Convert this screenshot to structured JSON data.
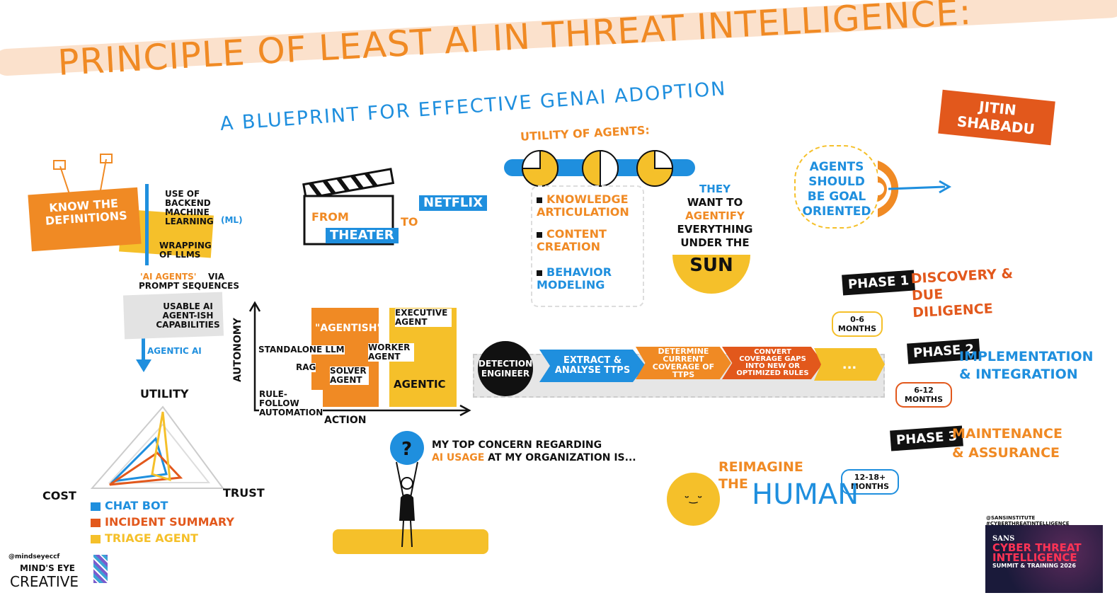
{
  "title": "Principle of Least AI in Threat Intelligence:",
  "subtitle": "A Blueprint for Effective GenAI Adoption",
  "speaker": {
    "line1": "Jitin",
    "line2": "Shabadu"
  },
  "definitions": {
    "banner": "Know the Definitions",
    "items": [
      "Use of backend machine learning",
      "(ML)",
      "Wrapping of LLMs",
      "'AI Agents'",
      "via prompt sequences",
      "Usable AI agent-ish capabilities",
      "Agentic AI"
    ]
  },
  "radar": {
    "labels": {
      "top": "Utility",
      "left": "Cost",
      "right": "Trust"
    },
    "legend": [
      {
        "name": "Chat Bot",
        "color": "#1f8fde"
      },
      {
        "name": "Incident Summary",
        "color": "#e2581c"
      },
      {
        "name": "Triage Agent",
        "color": "#f5c02a"
      }
    ]
  },
  "clapper": {
    "from": "From",
    "theater": "Theater",
    "to": "To",
    "netflix": "Netflix"
  },
  "autonomy_chart": {
    "ylabel": "Autonomy",
    "xlabel": "Action",
    "agentish": "\"Agentish\"",
    "agentic": "Agentic",
    "points": [
      "Standalone LLM",
      "RAG",
      "Solver Agent",
      "Worker Agent",
      "Executive Agent",
      "Rule-follow Automation"
    ]
  },
  "utility": {
    "title": "Utility of Agents:",
    "items": [
      "Knowledge Articulation",
      "Content Creation",
      "Behavior Modeling"
    ]
  },
  "sun": {
    "lines": [
      "They",
      "want to",
      "agentify",
      "everything",
      "under the"
    ],
    "word": "Sun"
  },
  "goal": {
    "lines": [
      "Agents",
      "should",
      "be goal",
      "oriented"
    ]
  },
  "flow": {
    "start": "Detection Engineer",
    "steps": [
      "Extract & Analyse TTPs",
      "Determine current coverage of TTPs",
      "Convert coverage gaps into new or optimized rules",
      "..."
    ]
  },
  "phases": [
    {
      "label": "Phase 1",
      "title": "Discovery & Due Diligence",
      "duration": "0-6 months"
    },
    {
      "label": "Phase 2",
      "title": "Implementation & Integration",
      "duration": "6-12 months"
    },
    {
      "label": "Phase 3",
      "title": "Maintenance & Assurance",
      "duration": "12-18+ months"
    }
  ],
  "concern": {
    "line1": "My top concern regarding",
    "highlight": "AI usage",
    "line2": "at my organization is..."
  },
  "reimagine": {
    "line1": "Reimagine",
    "line2": "the",
    "word": "Human"
  },
  "credits": {
    "handle": "@mindseyeccf",
    "logo1": "Mind's Eye",
    "logo2": "Creative",
    "sans_tags": "@SANSInstitute #CyberThreatIntelligence",
    "sans": "SANS",
    "event1": "Cyber Threat",
    "event2": "Intelligence",
    "event3": "Summit & Training 2026"
  }
}
